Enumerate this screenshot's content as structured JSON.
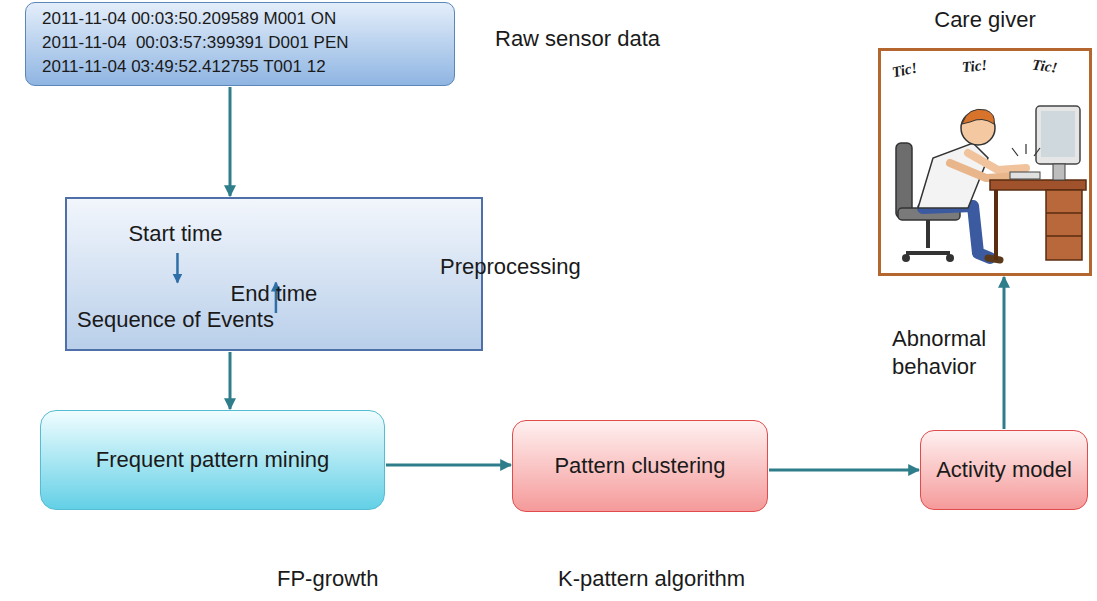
{
  "diagram": {
    "nodes": [
      {
        "text": [
          "2011-11-04 00:03:50.209589 M001 ON",
          "2011-11-04  00:03:57:399391 D001 PEN",
          "2011-11-04 03:49:52.412755 T001 12"
        ]
      },
      {
        "text": [
          "Start time",
          "End time",
          "Sequence of Events"
        ]
      },
      {
        "text": [
          "Frequent pattern mining"
        ]
      },
      {
        "text": [
          "Pattern clustering"
        ]
      },
      {
        "text": [
          "Activity model"
        ]
      },
      {
        "text": [
          "Care giver"
        ]
      }
    ],
    "edges": [
      {
        "from": 0,
        "to": 1,
        "arrow": "to"
      },
      {
        "from": 1,
        "to": 2,
        "arrow": "to"
      },
      {
        "from": 2,
        "to": 3,
        "arrow": "to"
      },
      {
        "from": 3,
        "to": 4,
        "arrow": "to"
      },
      {
        "from": 4,
        "to": 5,
        "label": "Abnormal behavior",
        "arrow": "to"
      }
    ],
    "labels": [
      "Raw sensor data",
      "Preprocessing",
      "FP-growth",
      "K-pattern algorithm",
      "Tic!",
      "Tic!",
      "Tic!"
    ]
  }
}
